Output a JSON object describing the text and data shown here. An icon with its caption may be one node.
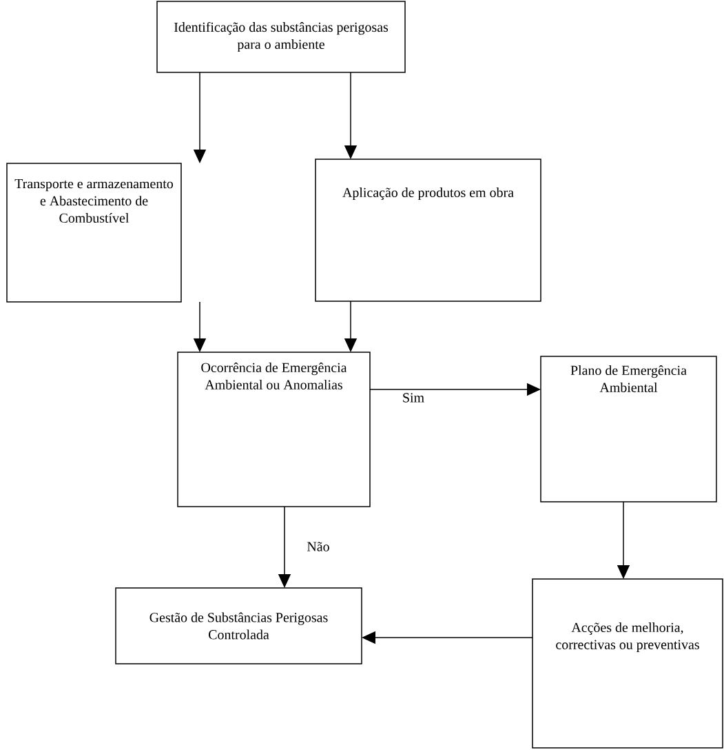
{
  "diagram": {
    "nodes": [
      {
        "text": [
          "Identificação das substâncias perigosas para o ambiente"
        ]
      },
      {
        "text": [
          "Transporte e armazenamento e Abastecimento de Combustível"
        ]
      },
      {
        "text": [
          "Aplicação de produtos em obra"
        ]
      },
      {
        "text": [
          "Ocorrência de Emergência Ambiental ou Anomalias"
        ]
      },
      {
        "text": [
          "Plano de Emergência Ambiental"
        ]
      },
      {
        "text": [
          "Gestão de Substâncias Perigosas Controlada"
        ]
      },
      {
        "text": [
          "Acções de melhoria, correctivas ou preventivas"
        ]
      }
    ],
    "edges": [
      {
        "from": 0,
        "to": 1,
        "arrow": "to"
      },
      {
        "from": 0,
        "to": 2,
        "arrow": "to"
      },
      {
        "from": 1,
        "to": 3,
        "arrow": "to"
      },
      {
        "from": 2,
        "to": 3,
        "arrow": "to"
      },
      {
        "from": 3,
        "to": 4,
        "arrow": "to",
        "label": "Sim"
      },
      {
        "from": 3,
        "to": 5,
        "arrow": "to",
        "label": "Não"
      },
      {
        "from": 4,
        "to": 6,
        "arrow": "to"
      },
      {
        "from": 6,
        "to": 5,
        "arrow": "to"
      }
    ]
  }
}
